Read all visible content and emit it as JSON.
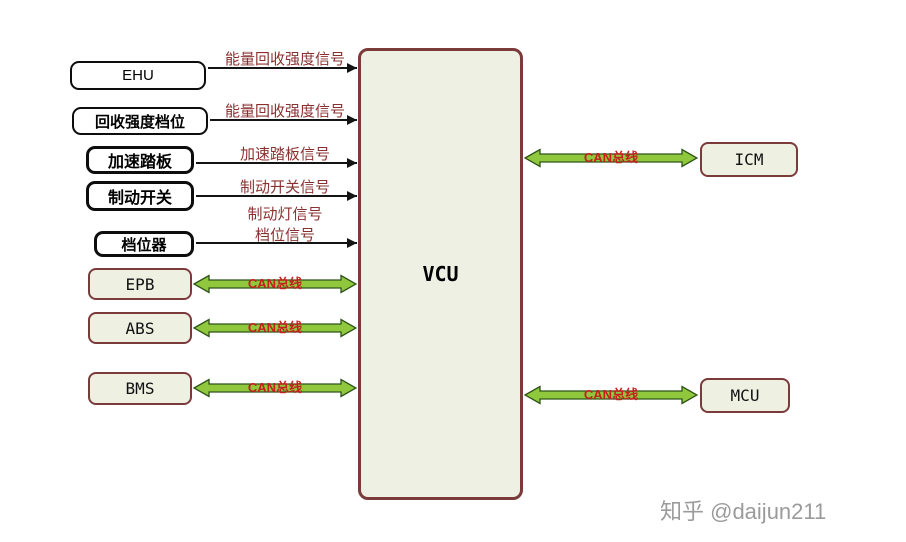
{
  "colors": {
    "node_fill": "#eef0e2",
    "node_border": "#7b3b3b",
    "green_arrow_fill": "#90c83d",
    "green_arrow_border": "#2e5418",
    "signal_text": "#8b3030",
    "can_text": "#c42020"
  },
  "vcu": {
    "label": "VCU"
  },
  "left_nodes": [
    {
      "label": "EHU"
    },
    {
      "label": "回收强度档位"
    },
    {
      "label": "加速踏板"
    },
    {
      "label": "制动开关"
    },
    {
      "label": "档位器"
    },
    {
      "label": "EPB"
    },
    {
      "label": "ABS"
    },
    {
      "label": "BMS"
    }
  ],
  "right_nodes": [
    {
      "label": "ICM"
    },
    {
      "label": "MCU"
    }
  ],
  "signal_labels": [
    {
      "text": "能量回收强度信号"
    },
    {
      "text": "能量回收强度信号"
    },
    {
      "text": "加速踏板信号"
    },
    {
      "text": "制动开关信号"
    },
    {
      "text": "制动灯信号"
    },
    {
      "text": "档位信号"
    }
  ],
  "can_bus_label": "CAN总线",
  "watermark": "知乎 @daijun211"
}
